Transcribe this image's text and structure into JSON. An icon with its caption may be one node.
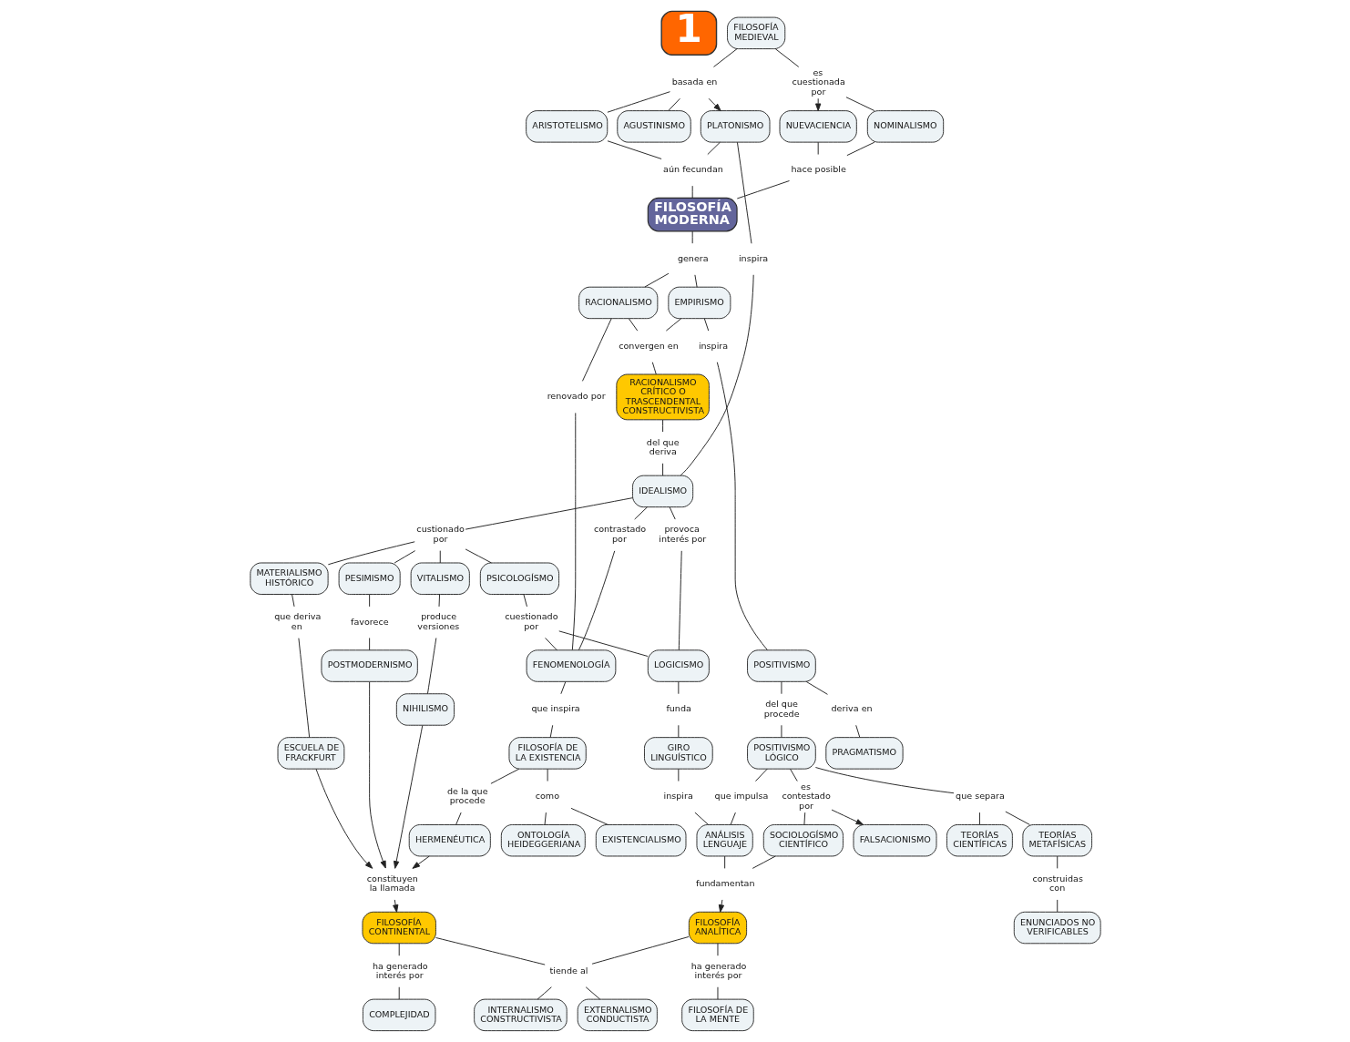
{
  "diagram": {
    "nodes": [
      {
        "text": [
          "1"
        ]
      },
      {
        "text": [
          "FILOSOFÍA MEDIEVAL"
        ]
      },
      {
        "text": [
          "basada en"
        ]
      },
      {
        "text": [
          "es cuestionada por"
        ]
      },
      {
        "text": [
          "PLATONISMO"
        ]
      },
      {
        "text": [
          "ARISTOTELISMO"
        ]
      },
      {
        "text": [
          "AGUSTINISMO"
        ]
      },
      {
        "text": [
          "NOMINALISMO"
        ]
      },
      {
        "text": [
          "NUEVACIENCIA"
        ]
      },
      {
        "text": [
          "hace posible"
        ]
      },
      {
        "text": [
          "FILOSOFÍA MODERNA"
        ]
      },
      {
        "text": [
          "aún fecundan"
        ]
      },
      {
        "text": [
          "genera"
        ]
      },
      {
        "text": [
          "RACIONALISMO"
        ]
      },
      {
        "text": [
          "EMPIRISMO"
        ]
      },
      {
        "text": [
          "convergen en"
        ]
      },
      {
        "text": [
          "inspira"
        ]
      },
      {
        "text": [
          "RACIONALISMO CRÍTICO O TRASCENDENTAL CONSTRUCTIVISTA"
        ]
      },
      {
        "text": [
          "renovado por"
        ]
      },
      {
        "text": [
          "del que deriva"
        ]
      },
      {
        "text": [
          "inspira"
        ]
      },
      {
        "text": [
          "IDEALISMO"
        ]
      },
      {
        "text": [
          "contrastado por"
        ]
      },
      {
        "text": [
          "custionado por"
        ]
      },
      {
        "text": [
          "provoca interés por"
        ]
      },
      {
        "text": [
          "PSICOLOGÍSMO"
        ]
      },
      {
        "text": [
          "VITALISMO"
        ]
      },
      {
        "text": [
          "MATERIALISMO HISTÓRICO"
        ]
      },
      {
        "text": [
          "PESIMISMO"
        ]
      },
      {
        "text": [
          "POSITIVISMO"
        ]
      },
      {
        "text": [
          "FENOMENOLOGÍA"
        ]
      },
      {
        "text": [
          "cuestionado por"
        ]
      },
      {
        "text": [
          "LOGICISMO"
        ]
      },
      {
        "text": [
          "del que procede"
        ]
      },
      {
        "text": [
          "deriva en"
        ]
      },
      {
        "text": [
          "produce versiones"
        ]
      },
      {
        "text": [
          "que deriva en"
        ]
      },
      {
        "text": [
          "favorece"
        ]
      },
      {
        "text": [
          "funda"
        ]
      },
      {
        "text": [
          "que inspira"
        ]
      },
      {
        "text": [
          "de la que procede"
        ]
      },
      {
        "text": [
          "PRAGMATISMO"
        ]
      },
      {
        "text": [
          "FILOSOFÍA DE LA EXISTENCIA"
        ]
      },
      {
        "text": [
          "HERMENÉUTICA"
        ]
      },
      {
        "text": [
          "NIHILISMO"
        ]
      },
      {
        "text": [
          "ESCUELA DE FRACKFURT"
        ]
      },
      {
        "text": [
          "POSTMODERNISMO"
        ]
      },
      {
        "text": [
          "GIRO LINGUÍSTICO"
        ]
      },
      {
        "text": [
          "POSITIVISMO LÓGICO"
        ]
      },
      {
        "text": [
          "que separa"
        ]
      },
      {
        "text": [
          "como"
        ]
      },
      {
        "text": [
          "es contestado por"
        ]
      },
      {
        "text": [
          "inspira"
        ]
      },
      {
        "text": [
          "que impulsa"
        ]
      },
      {
        "text": [
          "EXISTENCIALISMO"
        ]
      },
      {
        "text": [
          "ONTOLOGÍA HEIDEGGERIANA"
        ]
      },
      {
        "text": [
          "constituyen la llamada"
        ]
      },
      {
        "text": [
          "FALSACIONISMO"
        ]
      },
      {
        "text": [
          "SOCIOLOGÍSMO CIENTÍFICO"
        ]
      },
      {
        "text": [
          "TEORÍAS METAFÍSICAS"
        ]
      },
      {
        "text": [
          "TEORÍAS CIENTÍFICAS"
        ]
      },
      {
        "text": [
          "FILOSOFÍA CONTINENTAL"
        ]
      },
      {
        "text": [
          "FILOSOFÍA ANALÍTICA"
        ]
      },
      {
        "text": [
          "fundamentan"
        ]
      },
      {
        "text": [
          "ANÁLISIS LENGUAJE"
        ]
      },
      {
        "text": [
          "construidas con"
        ]
      },
      {
        "text": [
          "ENUNCIADOS NO VERIFICABLES"
        ]
      },
      {
        "text": [
          "ha generado interés por"
        ]
      },
      {
        "text": [
          "tiende al"
        ]
      },
      {
        "text": [
          "ha generado interés por"
        ]
      },
      {
        "text": [
          "COMPLEJIDAD"
        ]
      },
      {
        "text": [
          "INTERNALISMO CONSTRUCTIVISTA"
        ]
      },
      {
        "text": [
          "EXTERNALISMO CONDUCTISTA"
        ]
      },
      {
        "text": [
          "FILOSOFÍA DE LA MENTE"
        ]
      }
    ],
    "edges": [
      {
        "from": 1,
        "to": 2,
        "arrow": "none"
      },
      {
        "from": 2,
        "to": 4,
        "arrow": "to"
      },
      {
        "from": 2,
        "to": 5,
        "arrow": "none"
      },
      {
        "from": 2,
        "to": 6,
        "arrow": "none"
      },
      {
        "from": 1,
        "to": 3,
        "arrow": "none"
      },
      {
        "from": 3,
        "to": 7,
        "arrow": "none"
      },
      {
        "from": 3,
        "to": 8,
        "arrow": "to"
      },
      {
        "from": 7,
        "to": 9,
        "arrow": "none"
      },
      {
        "from": 8,
        "to": 9,
        "arrow": "none"
      },
      {
        "from": 9,
        "to": 10,
        "arrow": "none"
      },
      {
        "from": 4,
        "to": 11,
        "arrow": "none"
      },
      {
        "from": 5,
        "to": 11,
        "arrow": "none"
      },
      {
        "from": 11,
        "to": 10,
        "arrow": "none"
      },
      {
        "from": 10,
        "to": 12,
        "arrow": "none"
      },
      {
        "from": 12,
        "to": 13,
        "arrow": "none"
      },
      {
        "from": 12,
        "to": 14,
        "arrow": "none"
      },
      {
        "from": 13,
        "to": 15,
        "arrow": "none"
      },
      {
        "from": 14,
        "to": 15,
        "arrow": "none"
      },
      {
        "from": 15,
        "to": 17,
        "arrow": "none"
      },
      {
        "from": 4,
        "to": 16,
        "arrow": "none"
      },
      {
        "from": 16,
        "to": 21,
        "arrow": "none"
      },
      {
        "from": 13,
        "to": 18,
        "arrow": "none"
      },
      {
        "from": 18,
        "to": 30,
        "arrow": "none"
      },
      {
        "from": 17,
        "to": 19,
        "arrow": "none"
      },
      {
        "from": 19,
        "to": 21,
        "arrow": "none"
      },
      {
        "from": 14,
        "to": 20,
        "arrow": "none"
      },
      {
        "from": 20,
        "to": 29,
        "arrow": "none"
      },
      {
        "from": 21,
        "to": 22,
        "arrow": "none"
      },
      {
        "from": 22,
        "to": 30,
        "arrow": "none"
      },
      {
        "from": 21,
        "to": 23,
        "arrow": "none"
      },
      {
        "from": 23,
        "to": 25,
        "arrow": "none"
      },
      {
        "from": 23,
        "to": 26,
        "arrow": "none"
      },
      {
        "from": 23,
        "to": 27,
        "arrow": "none"
      },
      {
        "from": 23,
        "to": 28,
        "arrow": "none"
      },
      {
        "from": 21,
        "to": 24,
        "arrow": "none"
      },
      {
        "from": 24,
        "to": 32,
        "arrow": "none"
      },
      {
        "from": 25,
        "to": 31,
        "arrow": "none"
      },
      {
        "from": 31,
        "to": 30,
        "arrow": "none"
      },
      {
        "from": 31,
        "to": 32,
        "arrow": "none"
      },
      {
        "from": 26,
        "to": 35,
        "arrow": "none"
      },
      {
        "from": 35,
        "to": 44,
        "arrow": "none"
      },
      {
        "from": 27,
        "to": 36,
        "arrow": "none"
      },
      {
        "from": 36,
        "to": 45,
        "arrow": "none"
      },
      {
        "from": 28,
        "to": 37,
        "arrow": "none"
      },
      {
        "from": 37,
        "to": 46,
        "arrow": "none"
      },
      {
        "from": 32,
        "to": 38,
        "arrow": "none"
      },
      {
        "from": 38,
        "to": 47,
        "arrow": "none"
      },
      {
        "from": 29,
        "to": 33,
        "arrow": "none"
      },
      {
        "from": 33,
        "to": 48,
        "arrow": "none"
      },
      {
        "from": 29,
        "to": 34,
        "arrow": "none"
      },
      {
        "from": 34,
        "to": 41,
        "arrow": "none"
      },
      {
        "from": 30,
        "to": 39,
        "arrow": "none"
      },
      {
        "from": 39,
        "to": 42,
        "arrow": "none"
      },
      {
        "from": 42,
        "to": 40,
        "arrow": "none"
      },
      {
        "from": 40,
        "to": 43,
        "arrow": "none"
      },
      {
        "from": 42,
        "to": 50,
        "arrow": "none"
      },
      {
        "from": 50,
        "to": 54,
        "arrow": "none"
      },
      {
        "from": 50,
        "to": 55,
        "arrow": "none"
      },
      {
        "from": 43,
        "to": 56,
        "arrow": "to"
      },
      {
        "from": 44,
        "to": 56,
        "arrow": "to"
      },
      {
        "from": 45,
        "to": 56,
        "arrow": "to"
      },
      {
        "from": 46,
        "to": 56,
        "arrow": "to"
      },
      {
        "from": 56,
        "to": 61,
        "arrow": "to"
      },
      {
        "from": 48,
        "to": 51,
        "arrow": "none"
      },
      {
        "from": 51,
        "to": 57,
        "arrow": "to"
      },
      {
        "from": 51,
        "to": 58,
        "arrow": "none"
      },
      {
        "from": 47,
        "to": 52,
        "arrow": "none"
      },
      {
        "from": 52,
        "to": 64,
        "arrow": "none"
      },
      {
        "from": 48,
        "to": 53,
        "arrow": "none"
      },
      {
        "from": 53,
        "to": 64,
        "arrow": "none"
      },
      {
        "from": 48,
        "to": 49,
        "arrow": "none"
      },
      {
        "from": 49,
        "to": 59,
        "arrow": "none"
      },
      {
        "from": 49,
        "to": 60,
        "arrow": "none"
      },
      {
        "from": 59,
        "to": 65,
        "arrow": "none"
      },
      {
        "from": 65,
        "to": 66,
        "arrow": "none"
      },
      {
        "from": 58,
        "to": 63,
        "arrow": "none"
      },
      {
        "from": 64,
        "to": 63,
        "arrow": "none"
      },
      {
        "from": 63,
        "to": 62,
        "arrow": "to"
      },
      {
        "from": 61,
        "to": 67,
        "arrow": "none"
      },
      {
        "from": 67,
        "to": 70,
        "arrow": "none"
      },
      {
        "from": 61,
        "to": 68,
        "arrow": "none"
      },
      {
        "from": 62,
        "to": 68,
        "arrow": "none"
      },
      {
        "from": 68,
        "to": 71,
        "arrow": "none"
      },
      {
        "from": 68,
        "to": 72,
        "arrow": "none"
      },
      {
        "from": 62,
        "to": 69,
        "arrow": "none"
      },
      {
        "from": 69,
        "to": 73,
        "arrow": "none"
      }
    ]
  }
}
